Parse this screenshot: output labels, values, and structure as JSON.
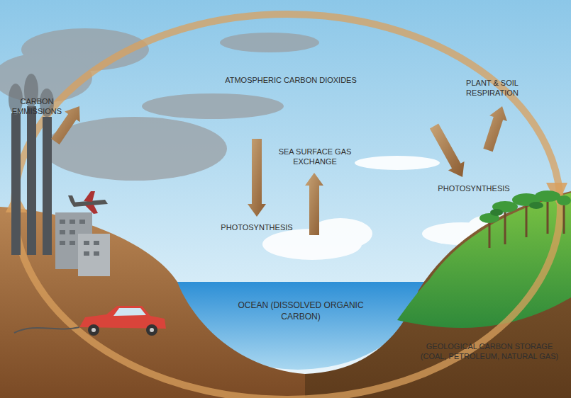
{
  "diagram": {
    "labels": [
      "ATMOSPHERIC CARBON DIOXIDES",
      "CARBON EMMISSIONS",
      "PLANT & SOIL RESPIRATION",
      "SEA SURFACE GAS EXCHANGE",
      "PHOTOSYNTHESIS",
      "PHOTOSYNTHESIS",
      "OCEAN (DISSOLVED ORGANIC CARBON)",
      "GEOLOGICAL CARBON STORAGE (COAL, PETROLEUM, NATURAL GAS)"
    ]
  }
}
